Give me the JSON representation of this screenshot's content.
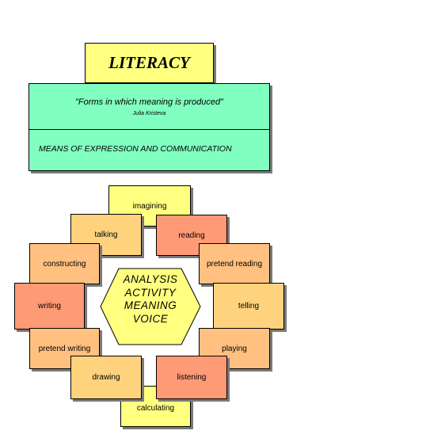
{
  "title": "LITERACY",
  "quote": "\"Forms in which meaning is produced\"",
  "author": "Julia Kristeva",
  "means": "MEANS OF EXPRESSION AND COMMUNICATION",
  "center": {
    "line1": "ANALYSIS",
    "line2": "ACTIVITY",
    "line3": "MEANING",
    "line4": "VOICE"
  },
  "activities": {
    "imagining": "imagining",
    "talking": "talking",
    "reading": "reading",
    "constructing": "constructing",
    "pretend_reading": "pretend reading",
    "writing": "writing",
    "telling": "telling",
    "pretend_writing": "pretend writing",
    "playing": "playing",
    "drawing": "drawing",
    "listening": "listening",
    "calculating": "calculating"
  },
  "colors": {
    "yellow": "#ffff80",
    "mint": "#80ffc0",
    "gold": "#ffd37e",
    "peach": "#ffc080",
    "salmon": "#ff9a76"
  }
}
